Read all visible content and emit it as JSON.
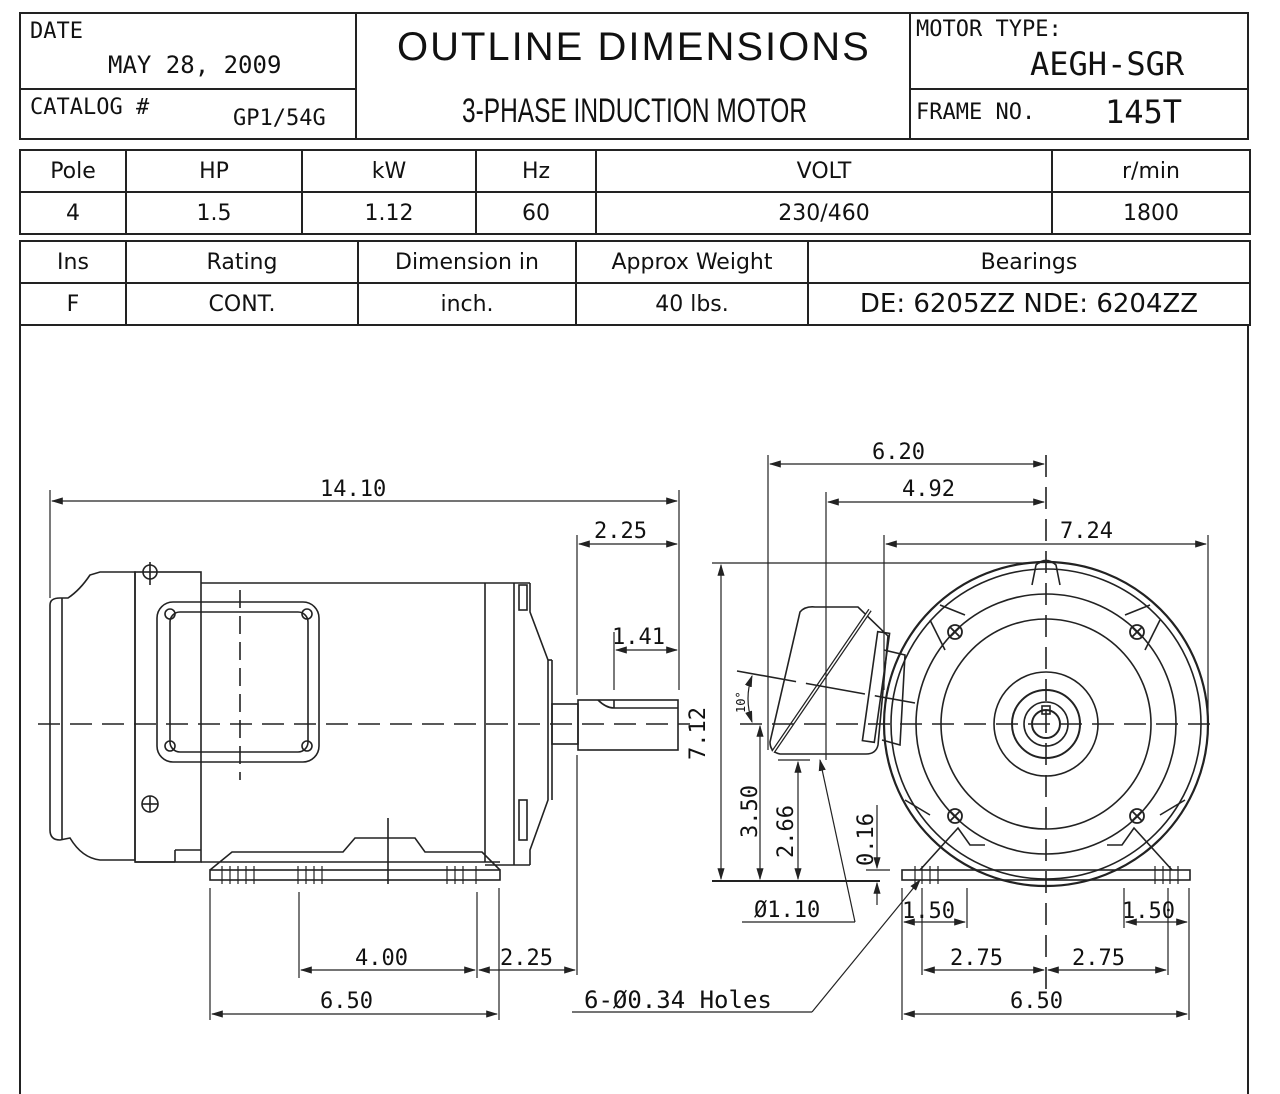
{
  "title_block": {
    "date_label": "DATE",
    "date_value": "MAY 28, 2009",
    "catalog_label": "CATALOG #",
    "catalog_value": "GP1/54G",
    "title": "OUTLINE DIMENSIONS",
    "subtitle": "3-PHASE INDUCTION MOTOR",
    "motor_type_label": "MOTOR TYPE:",
    "motor_type_value": "AEGH-SGR",
    "frame_label": "FRAME NO.",
    "frame_value": "145T"
  },
  "spec_table_1": {
    "headers": [
      "Pole",
      "HP",
      "kW",
      "Hz",
      "VOLT",
      "r/min"
    ],
    "values": [
      "4",
      "1.5",
      "1.12",
      "60",
      "230/460",
      "1800"
    ]
  },
  "spec_table_2": {
    "headers": [
      "Ins",
      "Rating",
      "Dimension in",
      "Approx Weight",
      "Bearings"
    ],
    "values": [
      "F",
      "CONT.",
      "inch.",
      "40 lbs.",
      "DE: 6205ZZ  NDE: 6204ZZ"
    ]
  },
  "side_view": {
    "overall_length": "14.10",
    "shaft_extension": "2.25",
    "key_length": "1.41",
    "foot_hole_spacing": "4.00",
    "shaft_shoulder_to_hole": "2.25",
    "foot_length": "6.50"
  },
  "end_view": {
    "conduit_box_offset": "6.20",
    "conduit_box_offset_inner": "4.92",
    "frame_diameter": "7.24",
    "overall_height": "7.12",
    "shaft_height": "3.50",
    "conduit_height": "2.66",
    "foot_thickness": "0.16",
    "conduit_angle": "10°",
    "conduit_hole": "Ø1.10",
    "mounting_holes": "6-Ø0.34 Holes",
    "foot_edge_left": "1.50",
    "foot_edge_right": "1.50",
    "hole_half_spacing_left": "2.75",
    "hole_half_spacing_right": "2.75",
    "foot_width": "6.50"
  }
}
